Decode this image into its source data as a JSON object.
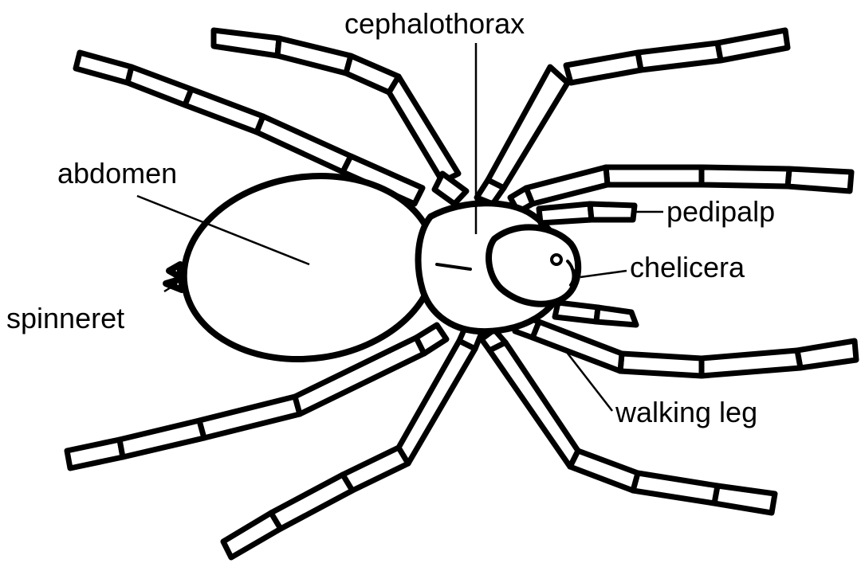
{
  "labels": {
    "cephalothorax": "cephalothorax",
    "abdomen": "abdomen",
    "pedipalp": "pedipalp",
    "chelicera": "chelicera",
    "spinneret": "spinneret",
    "walking_leg": "walking leg"
  },
  "colors": {
    "ink": "#000000",
    "paper": "#ffffff"
  }
}
